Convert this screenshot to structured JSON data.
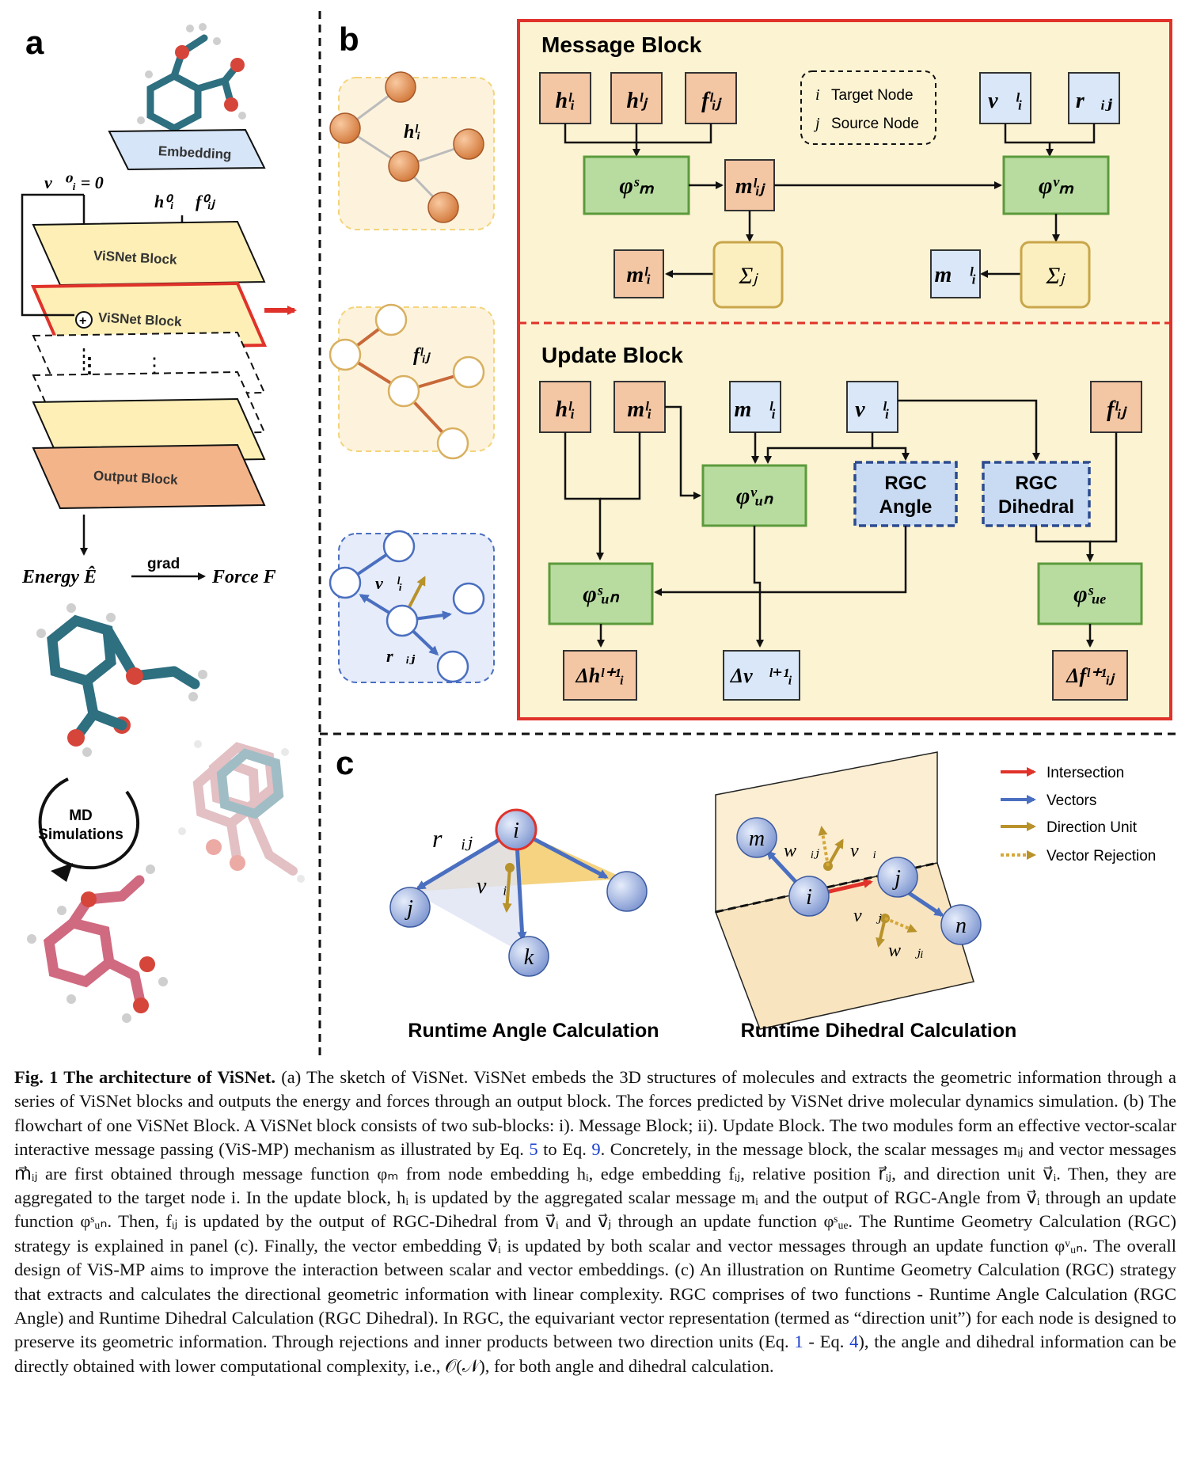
{
  "panels": {
    "a": "a",
    "b": "b",
    "c": "c"
  },
  "panel_a": {
    "embedding": "Embedding",
    "v_init": "v⃗⁰ᵢ = 0⃗",
    "h0": "h⁰ᵢ",
    "f0": "f⁰ᵢⱼ",
    "block1": "ViSNet Block",
    "block2": "ViSNet Block",
    "output_block": "Output Block",
    "dots": "⋮",
    "energy": "Energy Ê",
    "grad": "grad",
    "force": "Force F⃗",
    "md": "MD\nSimulations",
    "md_line1": "MD",
    "md_line2": "Simulations"
  },
  "panel_b_left": {
    "node_h": "hˡᵢ",
    "edge_f": "fˡᵢⱼ",
    "vec_v": "v⃗ˡᵢ",
    "vec_r": "r⃗ᵢⱼ"
  },
  "message_block": {
    "title": "Message Block",
    "h_i": "hˡᵢ",
    "h_j": "hˡⱼ",
    "f_ij": "fˡᵢⱼ",
    "v_i": "v⃗ˡᵢ",
    "r_ij": "r⃗ᵢⱼ",
    "phi_s": "φˢₘ",
    "m_ij": "mˡᵢⱼ",
    "phi_v": "φᵛₘ",
    "m_i": "mˡᵢ",
    "sum1": "Σⱼ",
    "vm_i": "m⃗ˡᵢ",
    "sum2": "Σⱼ",
    "legend_i": "Target Node",
    "legend_j": "Source Node",
    "legend_i_sym": "i",
    "legend_j_sym": "j"
  },
  "update_block": {
    "title": "Update Block",
    "h_i": "hˡᵢ",
    "m_i": "mˡᵢ",
    "vm_i": "m⃗ˡᵢ",
    "v_i": "v⃗ˡᵢ",
    "f_ij": "fˡᵢⱼ",
    "phi_un_v": "φᵛᵤₙ",
    "rgc_angle_1": "RGC",
    "rgc_angle_2": "Angle",
    "rgc_dihedral_1": "RGC",
    "rgc_dihedral_2": "Dihedral",
    "phi_un_s": "φˢᵤₙ",
    "phi_ue_s": "φˢᵤₑ",
    "dh": "Δhˡ⁺¹ᵢ",
    "dv": "Δv⃗ˡ⁺¹ᵢ",
    "df": "Δfˡ⁺¹ᵢⱼ"
  },
  "panel_c": {
    "legend": [
      "Intersection",
      "Vectors",
      "Direction Unit",
      "Vector Rejection"
    ],
    "legend_colors": [
      "#e0322a",
      "#4a6fc0",
      "#b8922a",
      "#d4a83a"
    ],
    "angle": {
      "i": "i",
      "j": "j",
      "k": "k",
      "r": "r⃗ᵢⱼ",
      "v": "v⃗ᵢ"
    },
    "dihedral": {
      "m": "m",
      "i": "i",
      "j": "j",
      "n": "n",
      "wij": "w⃗ᵢⱼ",
      "vi": "v⃗ᵢ",
      "vj": "v⃗ⱼ",
      "wji": "w⃗ⱼᵢ"
    },
    "title_angle": "Runtime Angle Calculation",
    "title_dihedral": "Runtime Dihedral Calculation"
  },
  "caption": {
    "head": "Fig. 1  The architecture of ViSNet.",
    "p1": " (a) The sketch of ViSNet. ViSNet embeds the 3D structures of molecules and extracts the geometric information through a series of ViSNet blocks and outputs the energy and forces through an output block. The forces predicted by ViSNet drive molecular dynamics simulation. (b) The flowchart of one ViSNet Block. A ViSNet block consists of two sub-blocks: i). Message Block; ii). Update Block. The two modules form an effective vector-scalar interactive message passing (ViS-MP) mechanism as illustrated by Eq. ",
    "eq5": "5",
    "p2": " to Eq. ",
    "eq9": "9",
    "p3": ". Concretely, in the message block, the scalar messages mᵢⱼ and vector messages m⃗ᵢⱼ are first obtained through message function φₘ from node embedding hᵢ, edge embedding fᵢⱼ, relative position r⃗ᵢⱼ, and direction unit v⃗ᵢ. Then, they are aggregated to the target node i. In the update block, hᵢ is updated by the aggregated scalar message mᵢ and the output of RGC-Angle from v⃗ᵢ through an update function φˢᵤₙ. Then, fᵢⱼ is updated by the output of RGC-Dihedral from v⃗ᵢ and v⃗ⱼ through an update function φˢᵤₑ. The Runtime Geometry Calculation (RGC) strategy is explained in panel (c). Finally, the vector embedding v⃗ᵢ is updated by both scalar and vector messages through an update function φᵛᵤₙ. The overall design of ViS-MP aims to improve the interaction between scalar and vector embeddings. (c) An illustration on Runtime Geometry Calculation (RGC) strategy that extracts and calculates the directional geometric information with linear complexity. RGC comprises of two functions - Runtime Angle Calculation (RGC Angle) and Runtime Dihedral Calculation (RGC Dihedral). In RGC, the equivariant vector representation (termed as “direction unit”) for each node is designed to preserve its geometric information. Through rejections and inner products between two direction units (Eq. ",
    "eq1": "1",
    "p4": " - Eq. ",
    "eq4": "4",
    "p5": "), the angle and dihedral information can be directly obtained with lower computational complexity, i.e., 𝒪(𝒩), for both angle and dihedral calculation."
  },
  "colors": {
    "scalar_box": "#f3c6a4",
    "vector_box": "#d9e7f8",
    "phi_box": "#b8dca0",
    "sum_box": "#fbefbf",
    "panel_bg": "#fcf3d2",
    "red_frame": "#e0322a"
  }
}
